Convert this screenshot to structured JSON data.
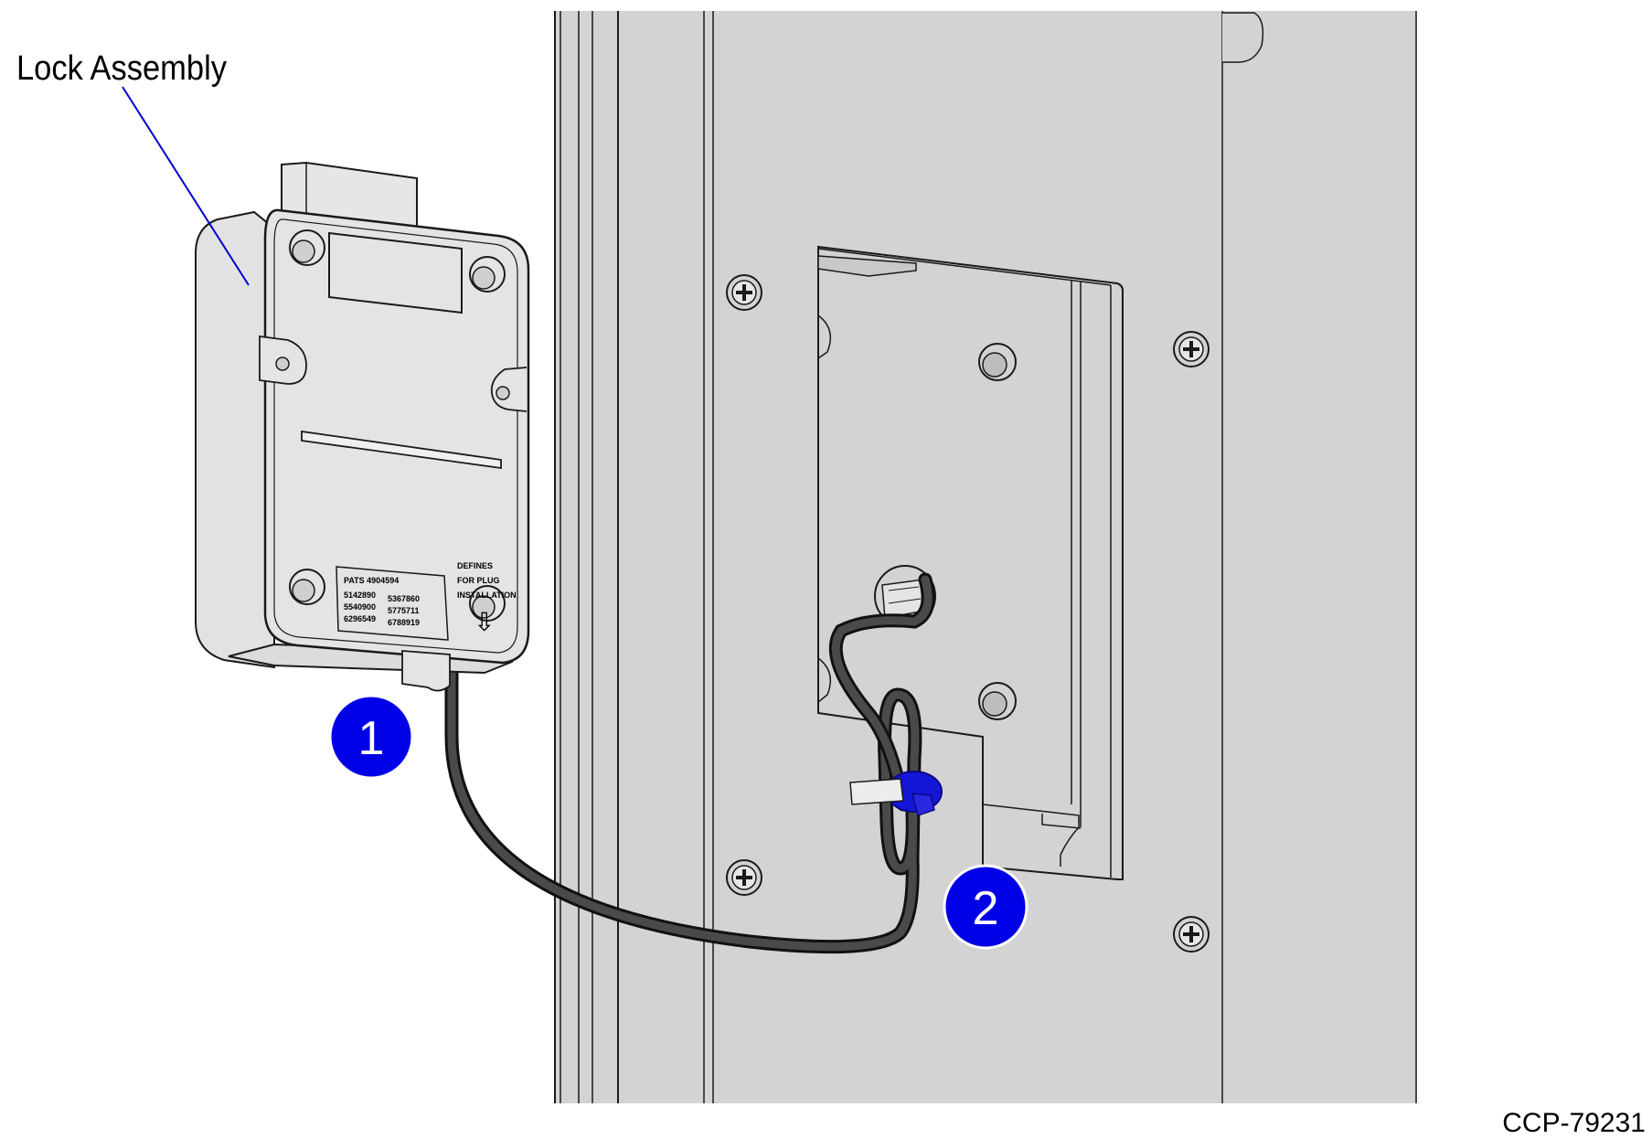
{
  "labels": {
    "lock_assembly": "Lock Assembly"
  },
  "callouts": {
    "one": "1",
    "two": "2"
  },
  "figure_id": "CCP-79231",
  "lock_plate": {
    "pats_line": "PATS 4904594",
    "patents_col1": [
      "5142890",
      "5540900",
      "6296549"
    ],
    "patents_col2": [
      "5367860",
      "5775711",
      "6788919"
    ],
    "direction": [
      "DEFINES",
      "FOR PLUG",
      "INSTALLATION"
    ],
    "arrow": "⇩"
  },
  "colors": {
    "panel": "#d3d3d3",
    "panel_stroke": "#1a1a1a",
    "callout_fill": "#0000e6",
    "leader_line": "#0000cc",
    "cable": "#4a4a4a",
    "tie": "#1515d8"
  }
}
